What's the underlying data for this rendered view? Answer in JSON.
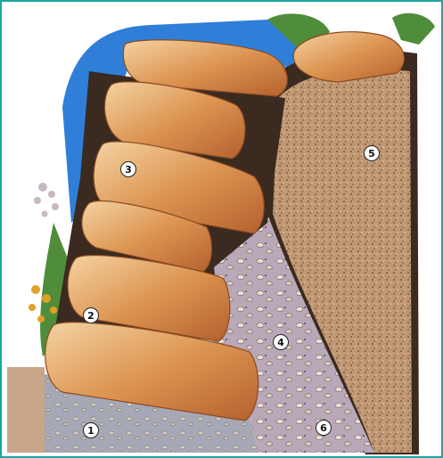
{
  "illustration": {
    "frame_color": "#1aa6a0",
    "colors": {
      "stone_light": "#f0c58e",
      "stone_mid": "#d98e4a",
      "stone_dark": "#a9582a",
      "soil_bank": "#b98f6c",
      "soil_bank_dark": "#8b6548",
      "gravel_bed": "#b8a7b5",
      "gravel_base": "#a9a9b4",
      "dark_soil": "#3a2a20",
      "blue_flowers": "#2f7fd8",
      "green_foliage": "#4f8d3a",
      "yellow_flowers": "#e0a128"
    }
  },
  "markers": [
    {
      "id": "m1",
      "label": "1"
    },
    {
      "id": "m2",
      "label": "2"
    },
    {
      "id": "m3",
      "label": "3"
    },
    {
      "id": "m4",
      "label": "4"
    },
    {
      "id": "m5",
      "label": "5"
    },
    {
      "id": "m6",
      "label": "6"
    }
  ]
}
